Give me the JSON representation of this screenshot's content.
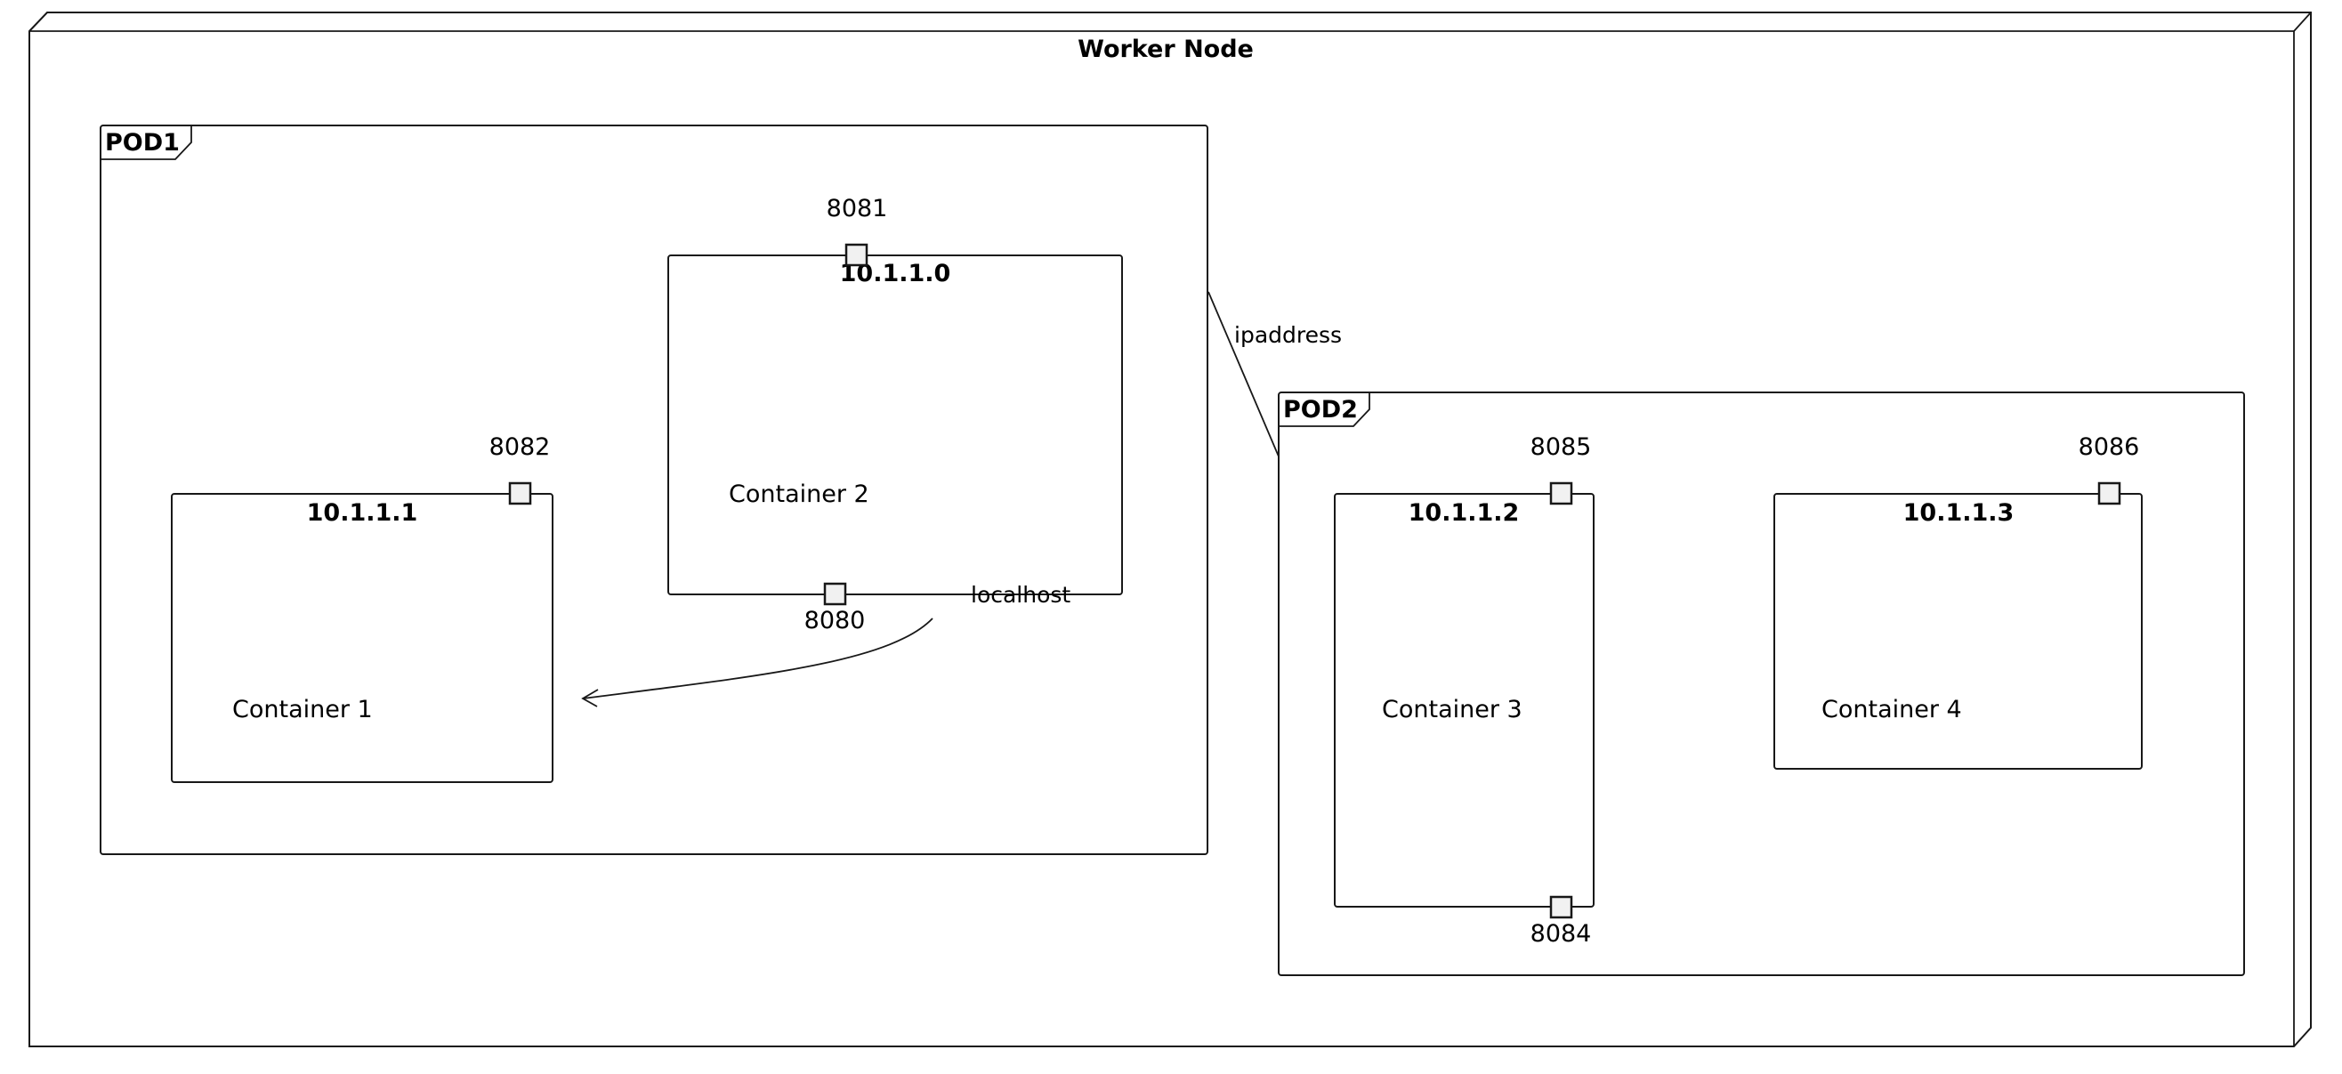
{
  "node": {
    "title": "Worker Node"
  },
  "pods": {
    "pod1": {
      "label": "POD1"
    },
    "pod2": {
      "label": "POD2"
    }
  },
  "containers": {
    "c1": {
      "ip": "10.1.1.1",
      "name": "Container 1",
      "port_top": "8082"
    },
    "c2": {
      "ip": "10.1.1.0",
      "name": "Container 2",
      "port_top": "8081",
      "port_bottom": "8080"
    },
    "c3": {
      "ip": "10.1.1.2",
      "name": "Container 3",
      "port_top": "8085",
      "port_bottom": "8084"
    },
    "c4": {
      "ip": "10.1.1.3",
      "name": "Container 4",
      "port_top": "8086"
    }
  },
  "links": {
    "localhost": "localhost",
    "ipaddress": "ipaddress"
  }
}
